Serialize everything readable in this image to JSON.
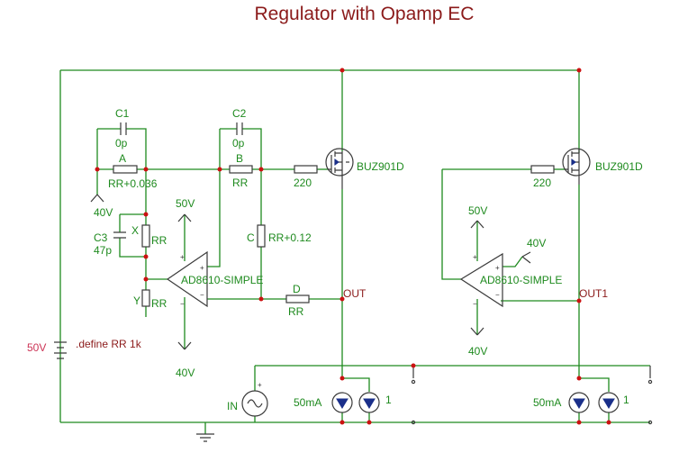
{
  "title": "Regulator with Opamp EC",
  "components": {
    "c1": {
      "name": "C1",
      "value": "0p"
    },
    "c2": {
      "name": "C2",
      "value": "0p"
    },
    "c3": {
      "name": "C3",
      "value": "47p"
    },
    "ra": {
      "name": "A",
      "value": "RR+0.036"
    },
    "rb": {
      "name": "B",
      "value": "RR"
    },
    "rc": {
      "name": "C",
      "value": "RR+0.12"
    },
    "rd": {
      "name": "D",
      "value": "RR"
    },
    "rx": {
      "name": "X",
      "value": "RR"
    },
    "ry": {
      "name": "Y",
      "value": "RR"
    },
    "r220_left": "220",
    "r220_right": "220",
    "mosfet_left": "BUZ901D",
    "mosfet_right": "BUZ901D",
    "opamp_left": "AD8610-SIMPLE",
    "opamp_right": "AD8610-SIMPLE",
    "battery": "50V",
    "src_in": "IN",
    "isrc_left_1": "50mA",
    "isrc_left_2": "1",
    "isrc_right_1": "50mA",
    "isrc_right_2": "1"
  },
  "supplies": {
    "v40_left_top": "40V",
    "v50_left_op": "50V",
    "v40_left_op": "40V",
    "v50_right_op": "50V",
    "v40_right_op": "40V",
    "v40_right_in": "40V"
  },
  "nets": {
    "out": "OUT",
    "out1": "OUT1"
  },
  "directive": ".define RR 1k"
}
